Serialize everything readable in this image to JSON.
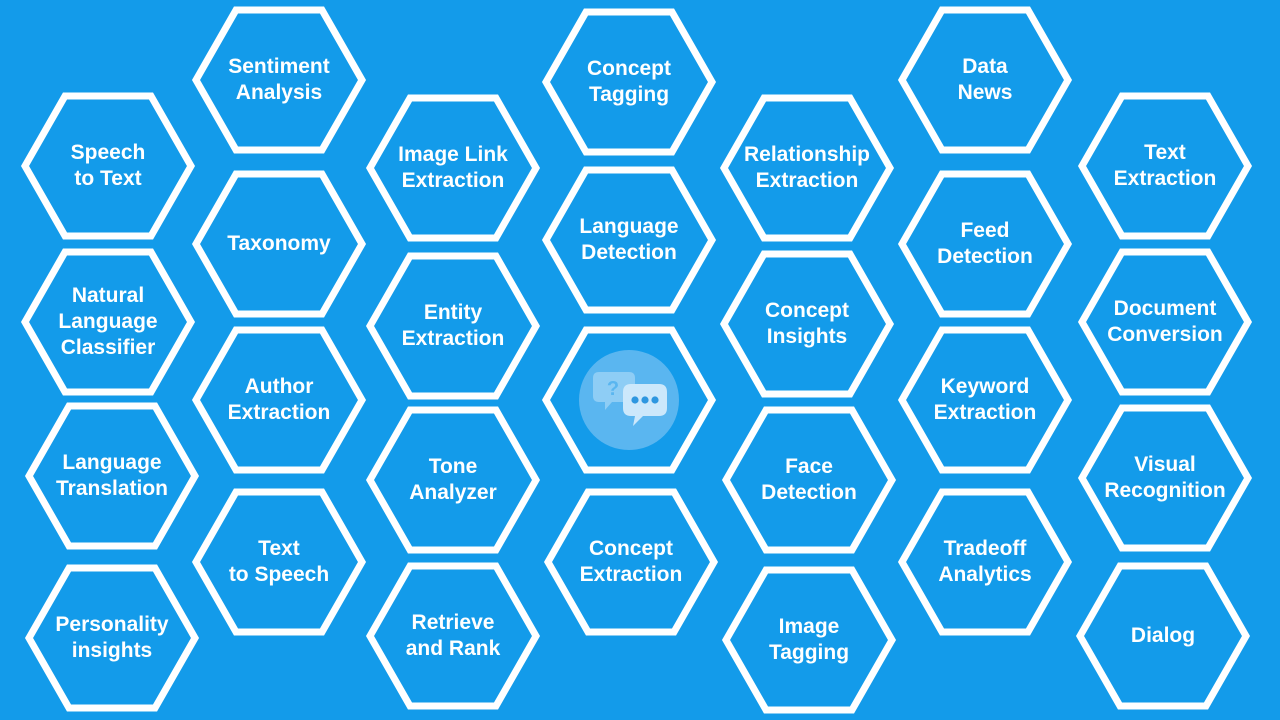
{
  "background_color": "#139bea",
  "outline_color": "#ffffff",
  "text_color": "#ffffff",
  "center_icon": {
    "name": "chat-bubbles-icon",
    "glyph": "?",
    "circle_color": "#5ab6f0",
    "bubble_color": "#cce8fb",
    "dots_color": "#2e97e0"
  },
  "services": [
    {
      "id": "sentiment-analysis",
      "label": "Sentiment\nAnalysis"
    },
    {
      "id": "speech-to-text",
      "label": "Speech\nto Text"
    },
    {
      "id": "natural-language-classifier",
      "label": "Natural\nLanguage\nClassifier"
    },
    {
      "id": "language-translation",
      "label": "Language\nTranslation"
    },
    {
      "id": "personality-insights",
      "label": "Personality\ninsights"
    },
    {
      "id": "taxonomy",
      "label": "Taxonomy"
    },
    {
      "id": "author-extraction",
      "label": "Author\nExtraction"
    },
    {
      "id": "text-to-speech",
      "label": "Text\nto Speech"
    },
    {
      "id": "image-link-extraction",
      "label": "Image Link\nExtraction"
    },
    {
      "id": "entity-extraction",
      "label": "Entity\nExtraction"
    },
    {
      "id": "tone-analyzer",
      "label": "Tone\nAnalyzer"
    },
    {
      "id": "retrieve-and-rank",
      "label": "Retrieve\nand Rank"
    },
    {
      "id": "concept-tagging",
      "label": "Concept\nTagging"
    },
    {
      "id": "language-detection",
      "label": "Language\nDetection"
    },
    {
      "id": "concept-extraction",
      "label": "Concept\nExtraction"
    },
    {
      "id": "relationship-extraction",
      "label": "Relationship\nExtraction"
    },
    {
      "id": "concept-insights",
      "label": "Concept\nInsights"
    },
    {
      "id": "face-detection",
      "label": "Face\nDetection"
    },
    {
      "id": "image-tagging",
      "label": "Image\nTagging"
    },
    {
      "id": "data-news",
      "label": "Data\nNews"
    },
    {
      "id": "feed-detection",
      "label": "Feed\nDetection"
    },
    {
      "id": "keyword-extraction",
      "label": "Keyword\nExtraction"
    },
    {
      "id": "tradeoff-analytics",
      "label": "Tradeoff\nAnalytics"
    },
    {
      "id": "text-extraction",
      "label": "Text\nExtraction"
    },
    {
      "id": "document-conversion",
      "label": "Document\nConversion"
    },
    {
      "id": "visual-recognition",
      "label": "Visual\nRecognition"
    },
    {
      "id": "dialog",
      "label": "Dialog"
    }
  ]
}
